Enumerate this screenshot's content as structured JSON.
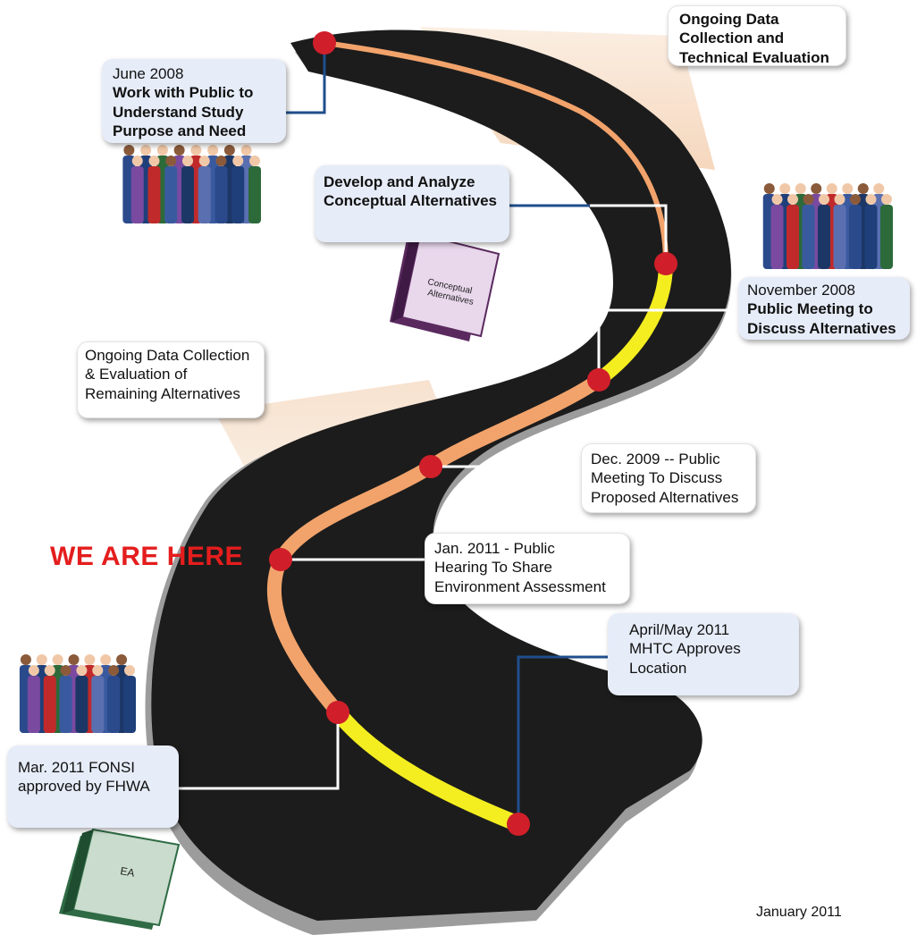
{
  "milestones": {
    "june2008": {
      "date": "June 2008",
      "lines": [
        "Work with Public to",
        "Understand Study",
        "Purpose and Need"
      ]
    },
    "ongoing1": {
      "lines": [
        "Ongoing Data",
        "Collection and",
        "Technical Evaluation"
      ]
    },
    "develop": {
      "lines": [
        "Develop and Analyze",
        "Conceptual Alternatives"
      ]
    },
    "nov2008": {
      "date": "November 2008",
      "lines": [
        "Public Meeting to",
        "Discuss Alternatives"
      ]
    },
    "ongoing2": {
      "lines": [
        "Ongoing Data Collection",
        "& Evaluation of",
        "Remaining Alternatives"
      ]
    },
    "dec2009": {
      "lines": [
        "Dec. 2009 -- Public",
        "Meeting To Discuss",
        "Proposed Alternatives"
      ]
    },
    "jan2011": {
      "lines": [
        "Jan. 2011 - Public",
        "Hearing To Share",
        "Environment Assessment"
      ]
    },
    "aprmay2011": {
      "lines": [
        "April/May 2011",
        "MHTC Approves",
        "Location"
      ]
    },
    "mar2011": {
      "lines": [
        "Mar. 2011 FONSI",
        "approved by FHWA"
      ]
    }
  },
  "we_are_here": "WE ARE HERE",
  "book_conceptual": [
    "Conceptual",
    "Alternatives"
  ],
  "book_ea": "EA",
  "footer_date": "January 2011",
  "colors": {
    "road": "#1c1c1c",
    "road_side": "#9a9a9a",
    "path_orange": "#f2a36b",
    "path_yellow": "#f4ee20",
    "marker": "#d01f2a",
    "we_are_here": "#e41d1d",
    "box_blue": "#e6ecf8",
    "connector_blue": "#1f4e8c",
    "connector_white": "#ffffff",
    "beam": "#f7dcc4"
  }
}
